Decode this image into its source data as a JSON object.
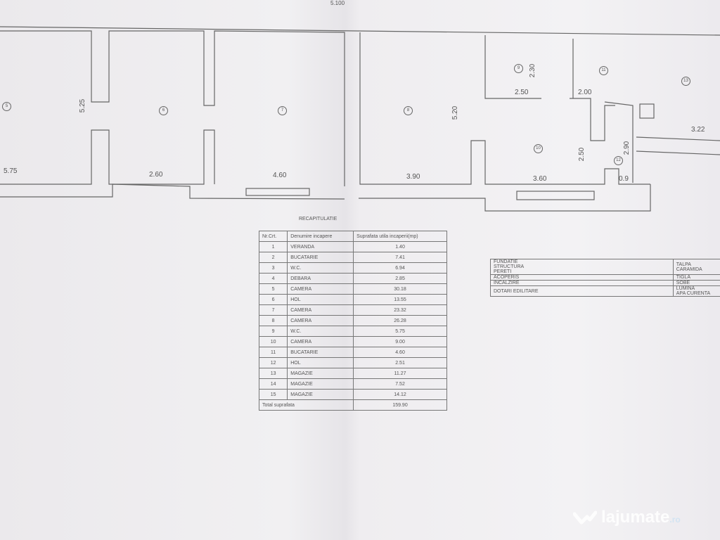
{
  "plan": {
    "top_label": "5.100",
    "dimensions": [
      "5.75",
      "5.25",
      "2.60",
      "4.60",
      "3.90",
      "5.20",
      "2.50",
      "2.30",
      "2.00",
      "3.22",
      "2.50",
      "2.90",
      "3.60",
      "0.9"
    ],
    "room_markers": [
      "5",
      "6",
      "7",
      "8",
      "9",
      "11",
      "13",
      "10",
      "12"
    ]
  },
  "recap": {
    "title": "RECAPITULATIE",
    "headers": [
      "Nr.Crt.",
      "Denumire incapere",
      "Suprafata utila incaperii(mp)"
    ],
    "rows": [
      [
        "1",
        "VERANDA",
        "1.40"
      ],
      [
        "2",
        "BUCATARIE",
        "7.41"
      ],
      [
        "3",
        "W.C.",
        "6.94"
      ],
      [
        "4",
        "DEBARA",
        "2.85"
      ],
      [
        "5",
        "CAMERA",
        "30.18"
      ],
      [
        "6",
        "HOL",
        "13.55"
      ],
      [
        "7",
        "CAMERA",
        "23.32"
      ],
      [
        "8",
        "CAMERA",
        "26.28"
      ],
      [
        "9",
        "W.C.",
        "5.75"
      ],
      [
        "10",
        "CAMERA",
        "9.00"
      ],
      [
        "11",
        "BUCATARIE",
        "4.60"
      ],
      [
        "12",
        "HOL",
        "2.51"
      ],
      [
        "13",
        "MAGAZIE",
        "11.27"
      ],
      [
        "14",
        "MAGAZIE",
        "7.52"
      ],
      [
        "15",
        "MAGAZIE",
        "14.12"
      ]
    ],
    "total_label": "Total suprafata",
    "total_value": "159.90"
  },
  "specs": {
    "rows": [
      [
        "FUNDATIE\nSTRUCTURA\nPERETI",
        "TALPA\nCARAMIDA"
      ],
      [
        "ACOPERIS",
        "TIGLA"
      ],
      [
        "INCALZIRE",
        "SOBE"
      ],
      [
        "DOTARI EDILITARE",
        "LUMINA\nAPA CURENTA"
      ]
    ]
  },
  "watermark": {
    "brand": "lajumate",
    "tld": ".ro"
  }
}
